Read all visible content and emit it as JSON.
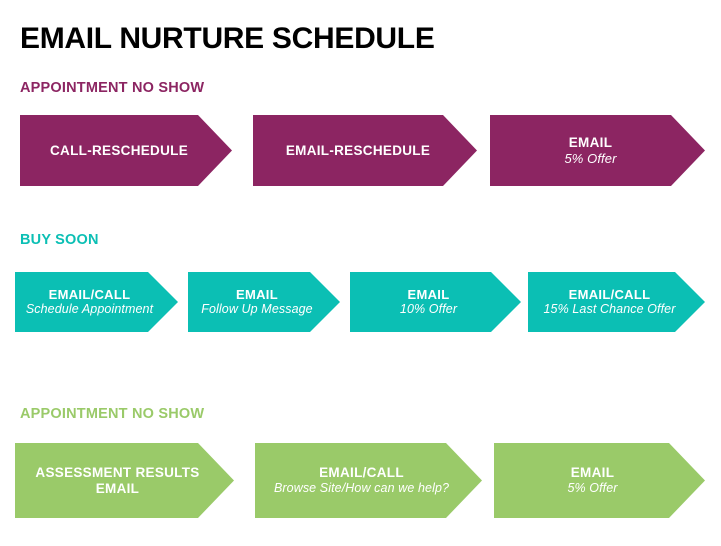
{
  "page": {
    "title": "EMAIL NURTURE SCHEDULE",
    "background_color": "#FFFFFF"
  },
  "colors": {
    "purple": "#8C2562",
    "teal": "#0BBFB4",
    "green": "#9ACA69",
    "title_text": "#000000",
    "arrow_text": "#FFFFFF"
  },
  "sections": [
    {
      "header": "APPOINTMENT NO SHOW",
      "color": "#8C2562",
      "arrows": [
        {
          "title": "CALL-RESCHEDULE",
          "subtitle": ""
        },
        {
          "title": "EMAIL-RESCHEDULE",
          "subtitle": ""
        },
        {
          "title": "EMAIL",
          "subtitle": "5% Offer"
        }
      ]
    },
    {
      "header": "BUY SOON",
      "color": "#0BBFB4",
      "arrows": [
        {
          "title": "EMAIL/CALL",
          "subtitle": "Schedule Appointment"
        },
        {
          "title": "EMAIL",
          "subtitle": "Follow Up Message"
        },
        {
          "title": "EMAIL",
          "subtitle": "10% Offer"
        },
        {
          "title": "EMAIL/CALL",
          "subtitle": "15% Last Chance Offer"
        }
      ]
    },
    {
      "header": "APPOINTMENT NO SHOW",
      "color": "#9ACA69",
      "arrows": [
        {
          "title": "ASSESSMENT RESULTS\nEMAIL",
          "subtitle": ""
        },
        {
          "title": "EMAIL/CALL",
          "subtitle": "Browse Site/How can we help?"
        },
        {
          "title": "EMAIL",
          "subtitle": "5% Offer"
        }
      ]
    }
  ]
}
